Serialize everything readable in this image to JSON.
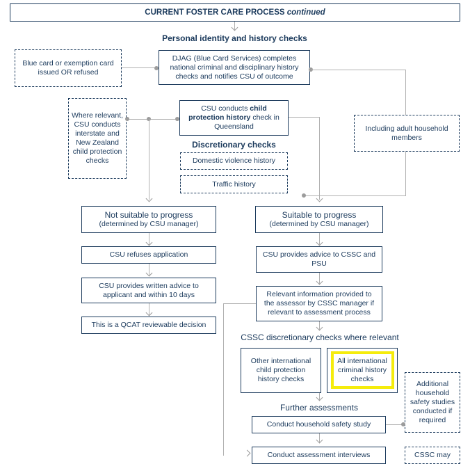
{
  "title": {
    "main": "CURRENT FOSTER CARE PROCESS",
    "suffix": "continued"
  },
  "sections": {
    "identity_checks": "Personal identity and history checks",
    "discretionary_checks": "Discretionary checks",
    "cssc_checks": "CSSC discretionary checks where relevant",
    "further_assessments": "Further assessments"
  },
  "boxes": {
    "blue_card": "Blue card or exemption card issued OR refused",
    "djag": "DJAG (Blue Card Services) completes national criminal and disciplinary history checks and notifies CSU of outcome",
    "interstate": "Where relevant, CSU conducts interstate and New Zealand child protection checks",
    "csu_conducts_pre": "CSU conducts ",
    "csu_conducts_bold": "child protection history",
    "csu_conducts_post": " check in Queensland",
    "adult_members": "Including adult household members",
    "domestic_violence": "Domestic violence history",
    "traffic": "Traffic history",
    "not_suitable": "Not suitable to progress",
    "not_suitable_sub": "(determined by CSU manager)",
    "suitable": "Suitable to progress",
    "suitable_sub": "(determined by CSU manager)",
    "refuses": "CSU refuses application",
    "written_advice": "CSU provides written advice to applicant and within 10 days",
    "qcat": "This is a QCAT reviewable decision",
    "advice_cssc": "CSU provides advice to CSSC and PSU",
    "relevant_info": "Relevant information provided to the assessor by CSSC manager if relevant to assessment process",
    "other_international": "Other international child protection history checks",
    "all_international": "All international criminal history checks",
    "additional_household": "Additional household safety studies conducted if required",
    "household_study": "Conduct household safety study",
    "assessment_interviews": "Conduct assessment interviews",
    "cssc_may": "CSSC may"
  }
}
